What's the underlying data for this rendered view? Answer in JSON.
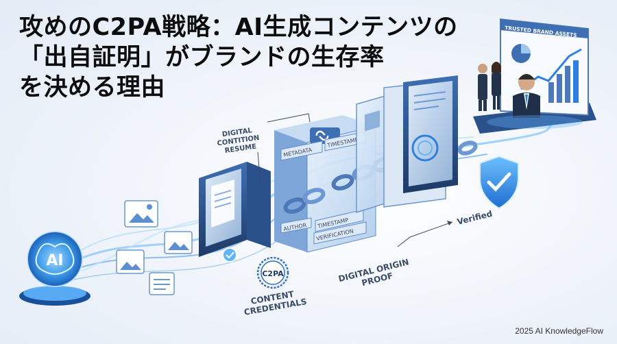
{
  "title": {
    "line1": "攻めのC2PA戦略：AI生成コンテンツの",
    "line2": "「出自証明」がブランドの生存率",
    "line3": "を決める理由"
  },
  "illustration": {
    "ai_core_label": "AI",
    "digital_label": [
      "DIGITAL",
      "CONTITION",
      "RESUME"
    ],
    "metadata_label": "METADATA",
    "timestamp_label": "TIMESTAMP",
    "author_label": "AUTHOR",
    "verification_label": "VERIFICATION",
    "badge_label": "C2PA",
    "content_credentials_label": [
      "CONTENT",
      "CREDENTIALS"
    ],
    "digital_origin_label": [
      "DIGITAL ORIGIN",
      "PROOF"
    ],
    "verified_label": "Verified",
    "brand_assets_label": "TRUSTED BRAND ASSETS"
  },
  "footer": "2025 AI KnowledgeFlow",
  "colors": {
    "accent": "#2f7fe0",
    "glow": "#5fb4ff",
    "dark": "#1d3a66",
    "text": "#0d0d0d"
  }
}
